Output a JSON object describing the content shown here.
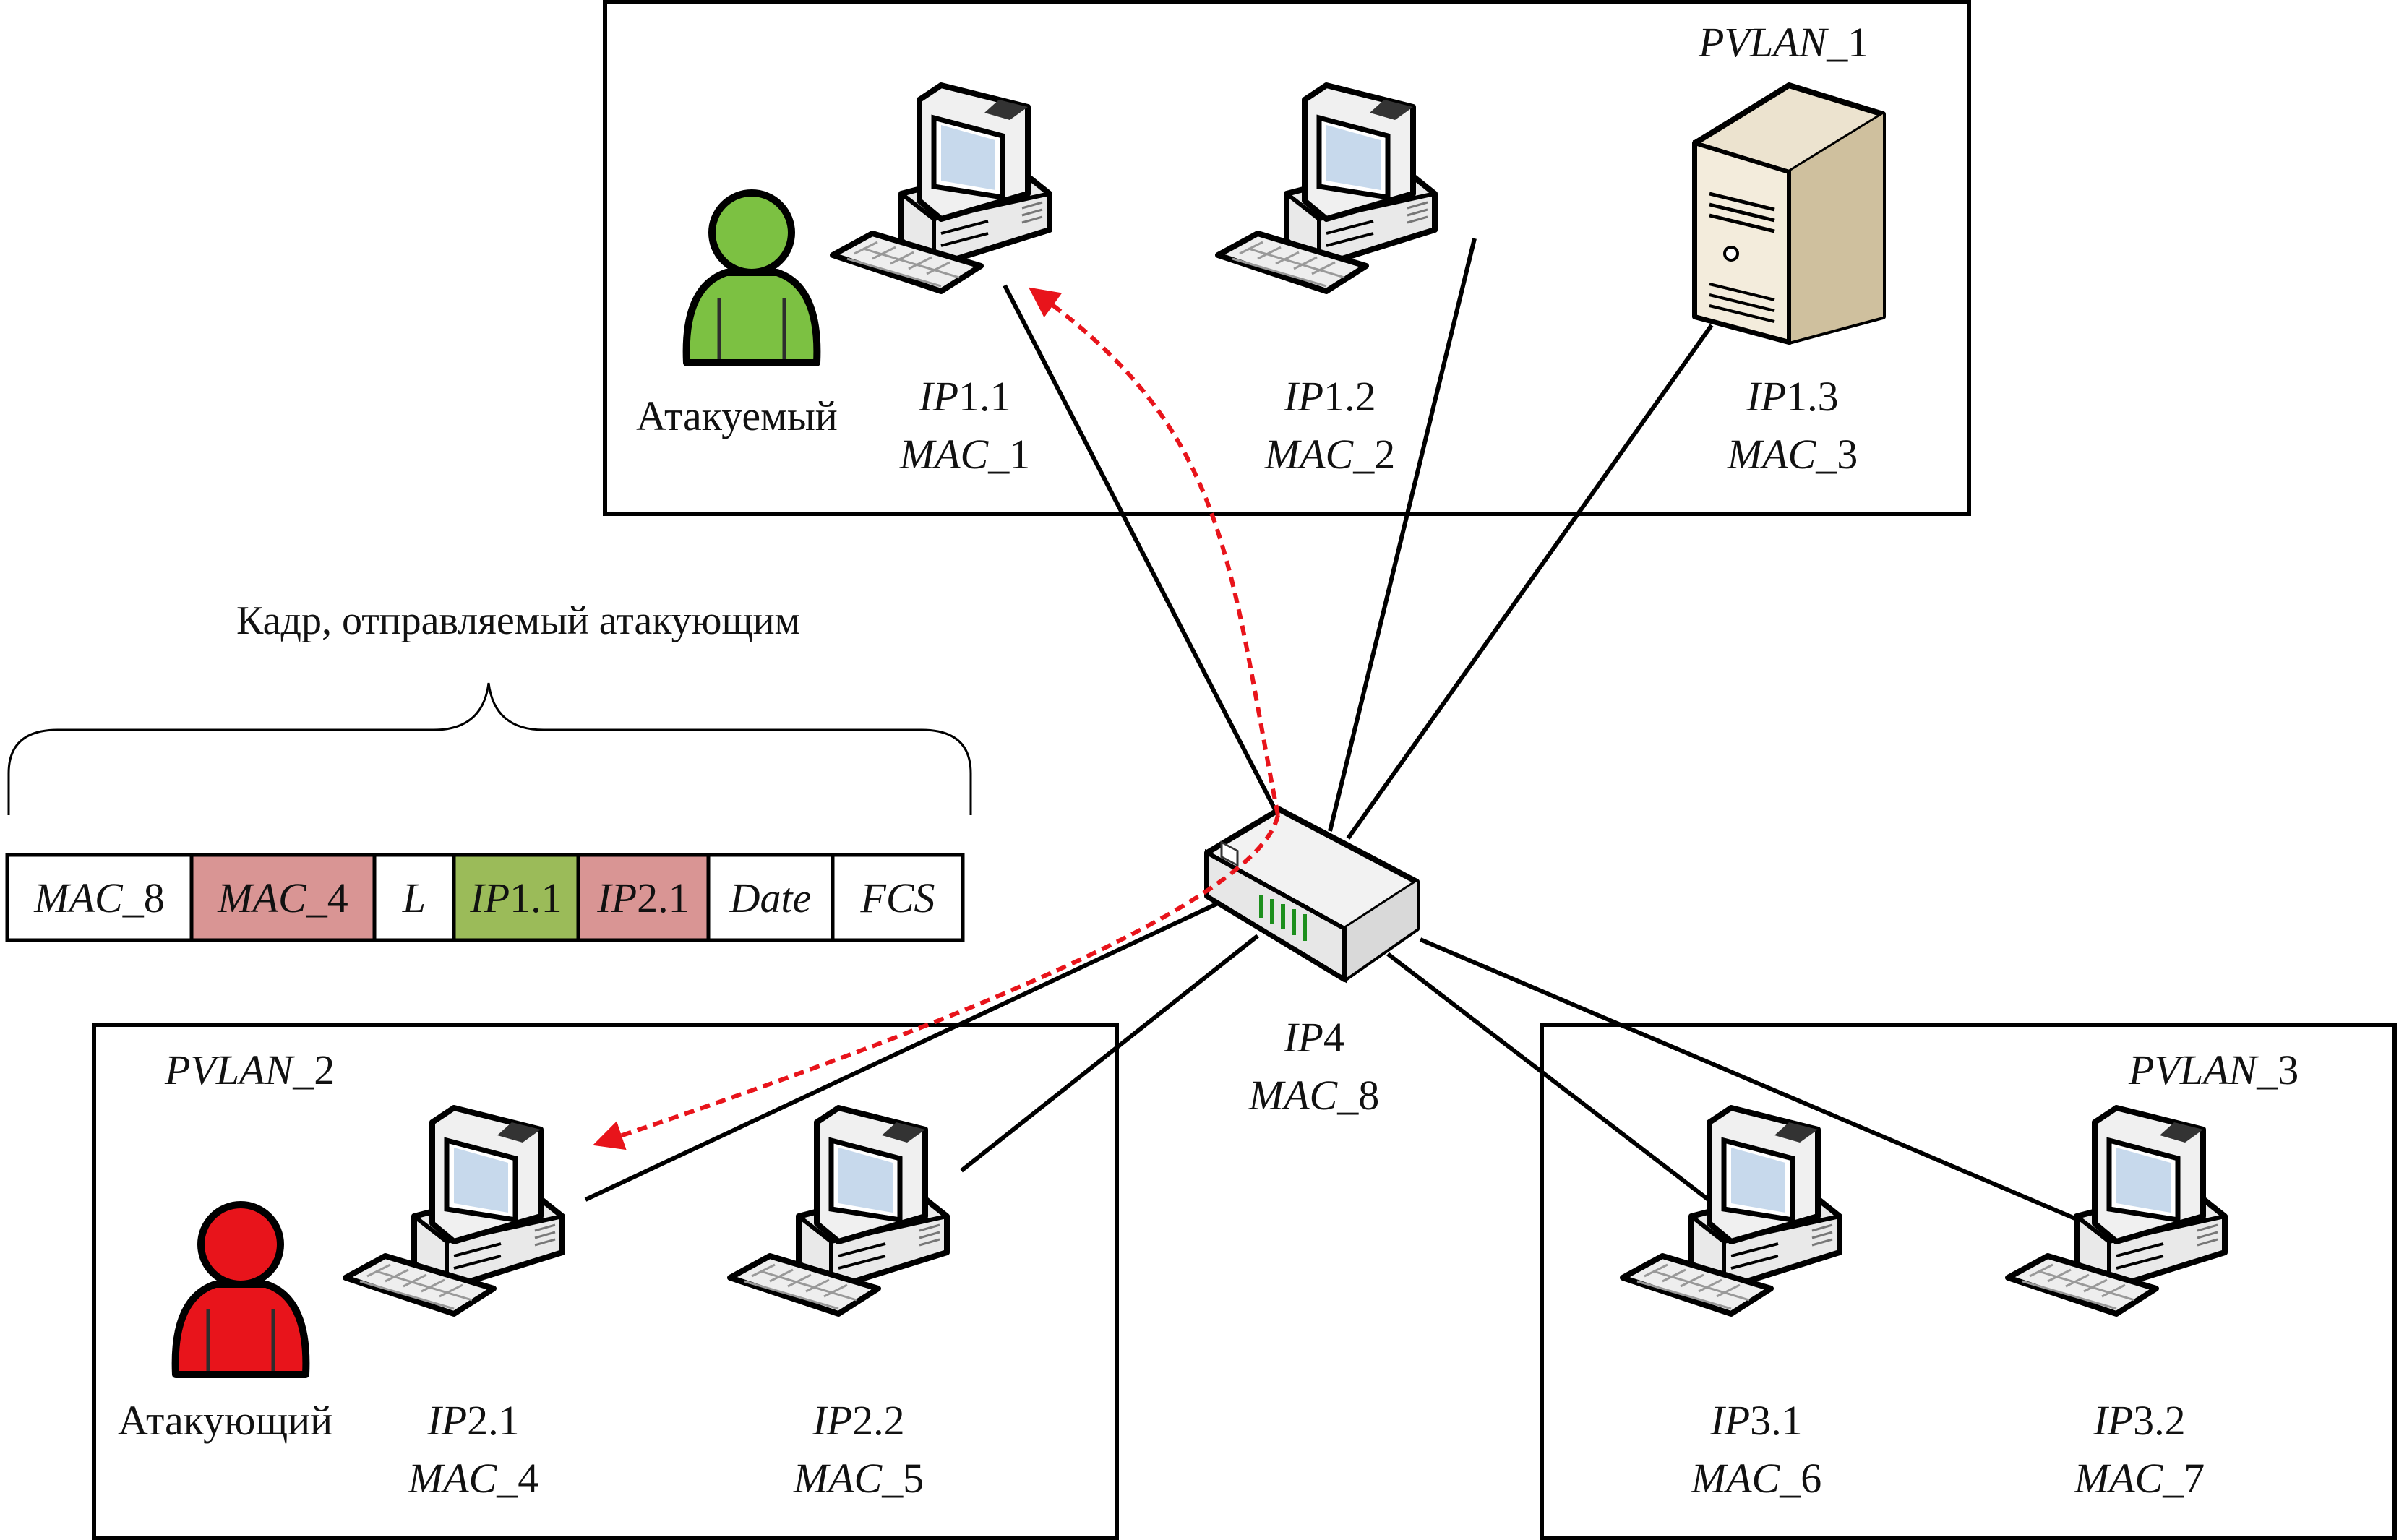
{
  "groups": {
    "pvlan1": {
      "label": "PVLAN",
      "suffix": "_1"
    },
    "pvlan2": {
      "label": "PVLAN",
      "suffix": "_2"
    },
    "pvlan3": {
      "label": "PVLAN",
      "suffix": "_3"
    }
  },
  "nodes": {
    "pc11": {
      "ip_prefix": "IP",
      "ip_num": "1.1",
      "mac_prefix": "MAC",
      "mac_num": "_1"
    },
    "pc12": {
      "ip_prefix": "IP",
      "ip_num": "1.2",
      "mac_prefix": "MAC",
      "mac_num": "_2"
    },
    "srv13": {
      "ip_prefix": "IP",
      "ip_num": "1.3",
      "mac_prefix": "MAC",
      "mac_num": "_3"
    },
    "router": {
      "ip_prefix": "IP",
      "ip_num": "4",
      "mac_prefix": "MAC",
      "mac_num": "_8"
    },
    "pc21": {
      "ip_prefix": "IP",
      "ip_num": "2.1",
      "mac_prefix": "MAC",
      "mac_num": "_4"
    },
    "pc22": {
      "ip_prefix": "IP",
      "ip_num": "2.2",
      "mac_prefix": "MAC",
      "mac_num": "_5"
    },
    "pc31": {
      "ip_prefix": "IP",
      "ip_num": "3.1",
      "mac_prefix": "MAC",
      "mac_num": "_6"
    },
    "pc32": {
      "ip_prefix": "IP",
      "ip_num": "3.2",
      "mac_prefix": "MAC",
      "mac_num": "_7"
    }
  },
  "people": {
    "victim": {
      "label": "Атакуемый",
      "color": "#7cc142"
    },
    "attacker": {
      "label": "Атакующий",
      "color": "#e8141b"
    }
  },
  "frame": {
    "caption": "Кадр, отправляемый атакующим",
    "cells": [
      {
        "prefix": "MAC",
        "num": "_8",
        "color": "#ffffff"
      },
      {
        "prefix": "MAC",
        "num": "_4",
        "color": "#d99594"
      },
      {
        "prefix": "L",
        "num": "",
        "color": "#ffffff"
      },
      {
        "prefix": "IP",
        "num": "1.1",
        "color": "#9bbb59"
      },
      {
        "prefix": "IP",
        "num": "2.1",
        "color": "#d99594"
      },
      {
        "prefix": "Date",
        "num": "",
        "color": "#ffffff"
      },
      {
        "prefix": "FCS",
        "num": "",
        "color": "#ffffff"
      }
    ]
  },
  "colors": {
    "attack_path": "#e8141b",
    "line": "#000000"
  }
}
